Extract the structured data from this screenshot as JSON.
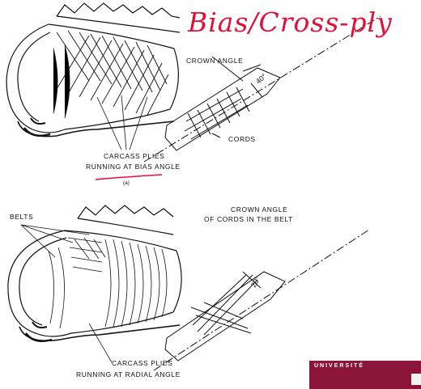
{
  "handwritten_title": "Bias/Cross-ply",
  "bias": {
    "crown_angle_label": "CROWN ANGLE",
    "angle_value": "40°",
    "cords_label": "CORDS",
    "carcass_line1": "CARCASS PLIES",
    "carcass_line2": "RUNNING AT BIAS ANGLE",
    "caption": "(a)"
  },
  "radial": {
    "belts_label": "BELTS",
    "crown_angle_line1": "CROWN ANGLE",
    "crown_angle_line2": "OF CORDS IN THE BELT",
    "angle_value": "20°",
    "carcass_line1": "CARCASS PLIES",
    "carcass_line2": "RUNNING AT RADIAL ANGLE"
  },
  "logo_text": "UNIVERSITÉ",
  "colors": {
    "annotation": "#e0103a",
    "ink": "#111111",
    "logo": "#8a1538"
  }
}
